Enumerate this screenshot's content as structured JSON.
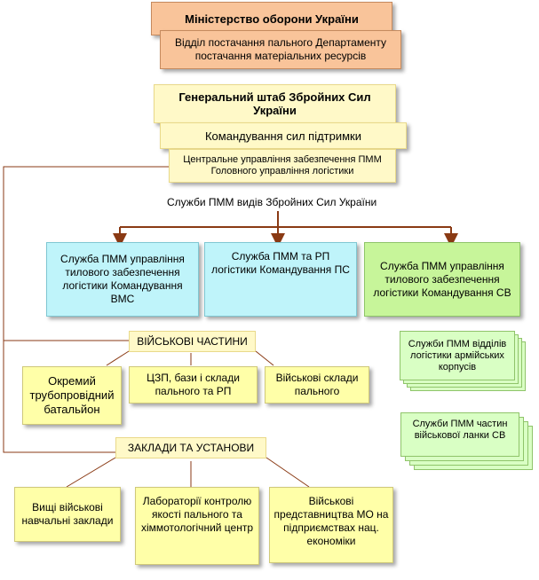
{
  "nodes": {
    "ministry": "Міністерство оборони  України",
    "fuel_department": "Відділ постачання пального Департаменту постачання матеріальних ресурсів",
    "general_staff": "Генеральний штаб Збройних Сил України",
    "support_command": "Командування сил підтримки",
    "central_directorate": "Центральне управління забезпечення ПММ Головного управління логістики",
    "services_label": "Служби ПММ видів Збройних Сил України",
    "navy_service": "Служба ПММ управління тилового забезпечення логістики Командування ВМС",
    "air_force_service": "Служба ПММ та РП логістики Командування ПС",
    "army_service": "Служба ПММ управління тилового забезпечення логістики Командування СВ",
    "corps_services": "Служби ПММ відділів логістики армійських корпусів",
    "unit_services": "Служби ПММ частин військової ланки СВ",
    "military_units": "ВІЙСЬКОВІ ЧАСТИНИ",
    "pipeline_battalion": "Окремий трубопровідний батальйон",
    "central_bases": "ЦЗП, бази  і склади пального та РП",
    "fuel_depots": "Військові склади пального",
    "institutions": "ЗАКЛАДИ ТА УСТАНОВИ",
    "higher_schools": "Вищі військові навчальні заклади",
    "laboratories": "Лабораторії контролю якості пального та хіммотологічний центр",
    "representations": "Військові представництва МО на підприємствах нац. економіки"
  }
}
